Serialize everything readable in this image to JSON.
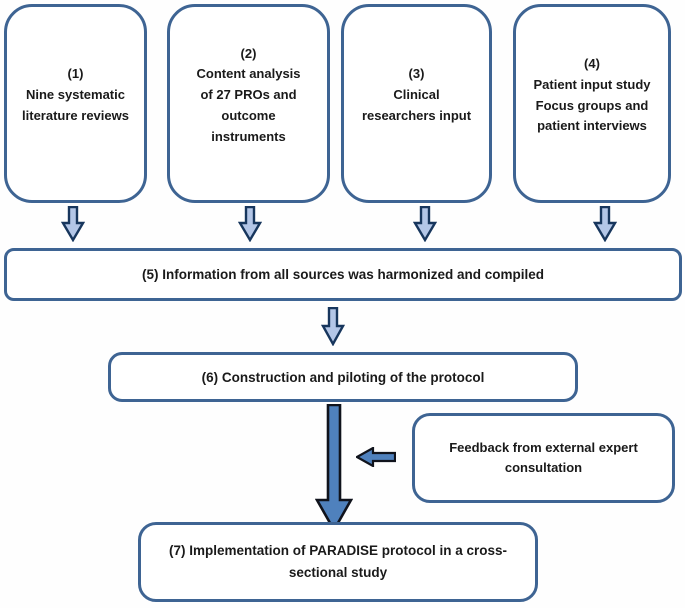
{
  "diagram": {
    "kind": "flowchart",
    "colors": {
      "box_border": "#3e6493",
      "arrow_outline_dark": "#17365d",
      "arrow_fill_light": "#b3c6e7",
      "arrow_fill_blue": "#4f81bd",
      "text": "#1a1a1a",
      "background": "#ffffff"
    },
    "sources": [
      {
        "label": "(1)\nNine systematic\nliterature reviews"
      },
      {
        "label": "(2)\nContent analysis\nof 27 PROs and\noutcome\ninstruments"
      },
      {
        "label": "(3)\nClinical\nresearchers input"
      },
      {
        "label": "(4)\nPatient input study\nFocus groups and\npatient interviews"
      }
    ],
    "step5": {
      "label": "(5) Information from all sources was harmonized and compiled"
    },
    "step6": {
      "label": "(6) Construction and piloting of the protocol"
    },
    "feedback": {
      "label": "Feedback from external expert\nconsultation"
    },
    "step7": {
      "label": "(7) Implementation of PARADISE  protocol in a cross-\nsectional study"
    },
    "arrows": [
      {
        "name": "source-1-to-step-5",
        "direction": "down"
      },
      {
        "name": "source-2-to-step-5",
        "direction": "down"
      },
      {
        "name": "source-3-to-step-5",
        "direction": "down"
      },
      {
        "name": "source-4-to-step-5",
        "direction": "down"
      },
      {
        "name": "step-5-to-step-6",
        "direction": "down"
      },
      {
        "name": "step-6-to-step-7",
        "direction": "down"
      },
      {
        "name": "feedback-to-main-flow",
        "direction": "left"
      }
    ]
  }
}
